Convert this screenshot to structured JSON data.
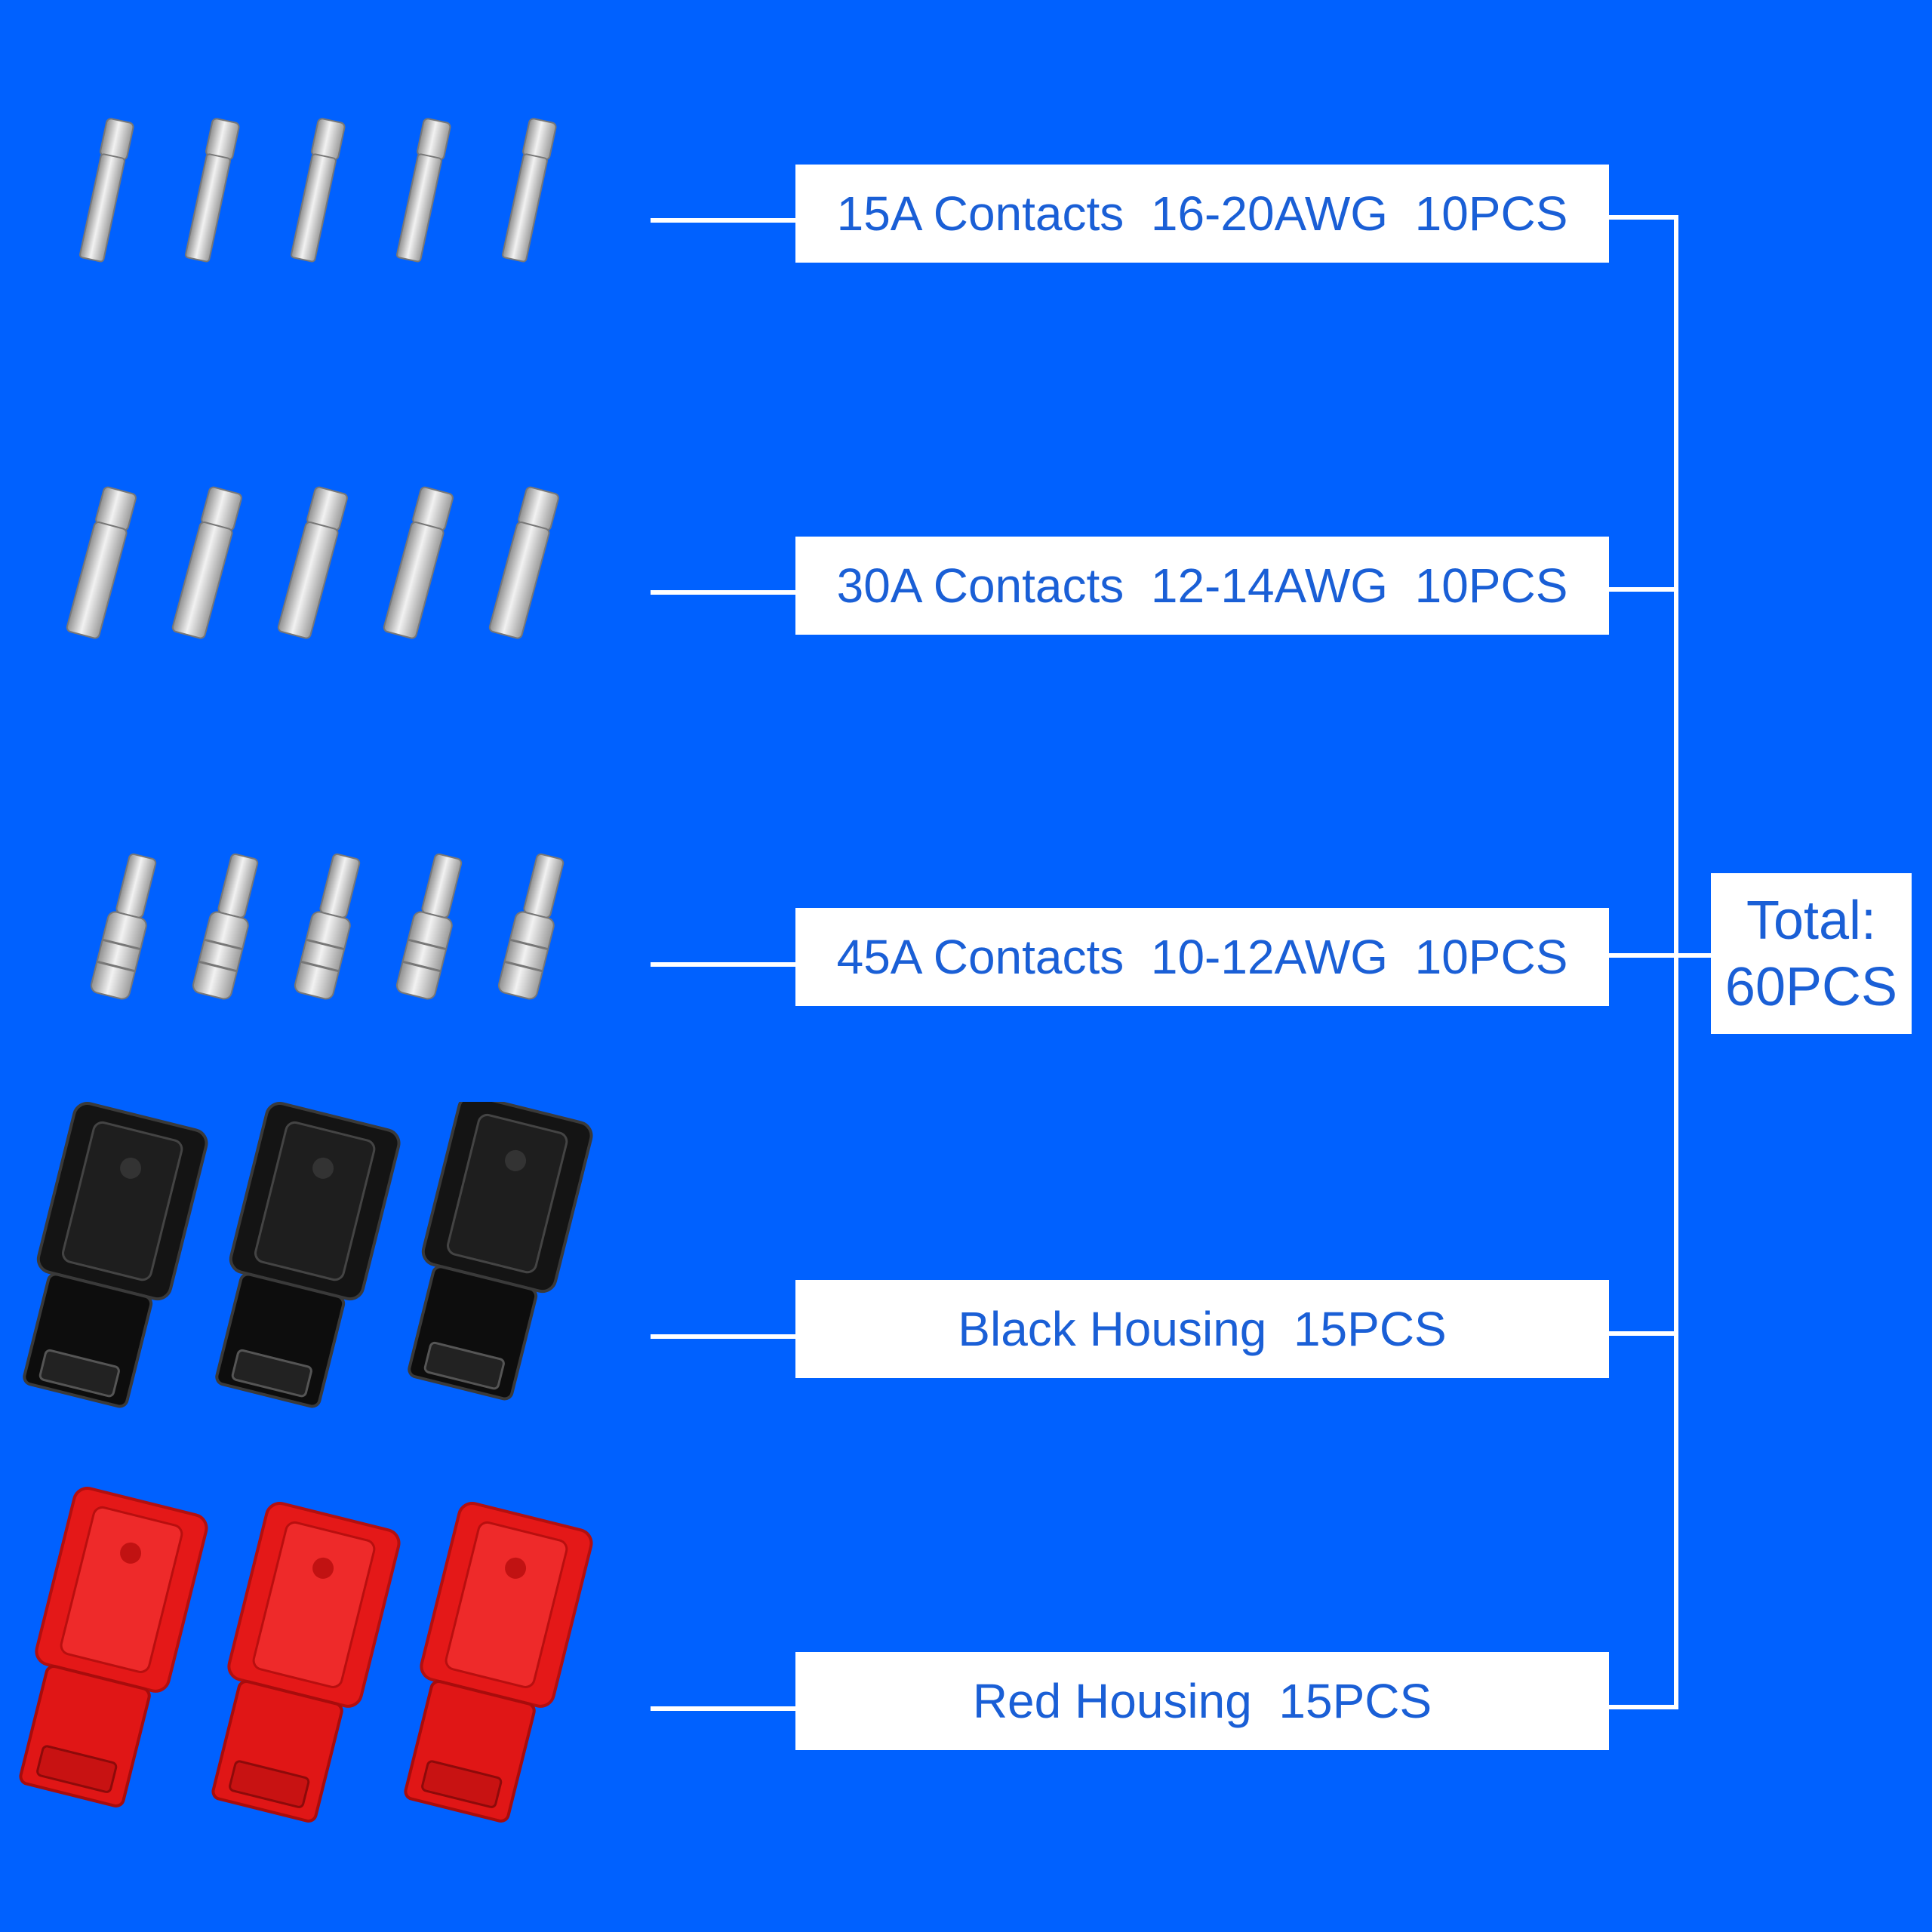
{
  "rows": [
    {
      "label": "15A Contacts  16-20AWG  10PCS",
      "kind": "contact-15a"
    },
    {
      "label": "30A Contacts  12-14AWG  10PCS",
      "kind": "contact-30a"
    },
    {
      "label": "45A Contacts  10-12AWG  10PCS",
      "kind": "contact-45a"
    },
    {
      "label": "Black Housing  15PCS",
      "kind": "housing-black"
    },
    {
      "label": "Red Housing  15PCS",
      "kind": "housing-red"
    }
  ],
  "total": {
    "line1": "Total:",
    "line2": "60PCS"
  },
  "colors": {
    "background": "#0061ff",
    "label_text": "#1a5fd6",
    "metal": "#c8c8c8",
    "housing_black": "#111111",
    "housing_red": "#e41818"
  },
  "icons": [
    "contact-pin-icon",
    "black-housing-icon",
    "red-housing-icon"
  ]
}
